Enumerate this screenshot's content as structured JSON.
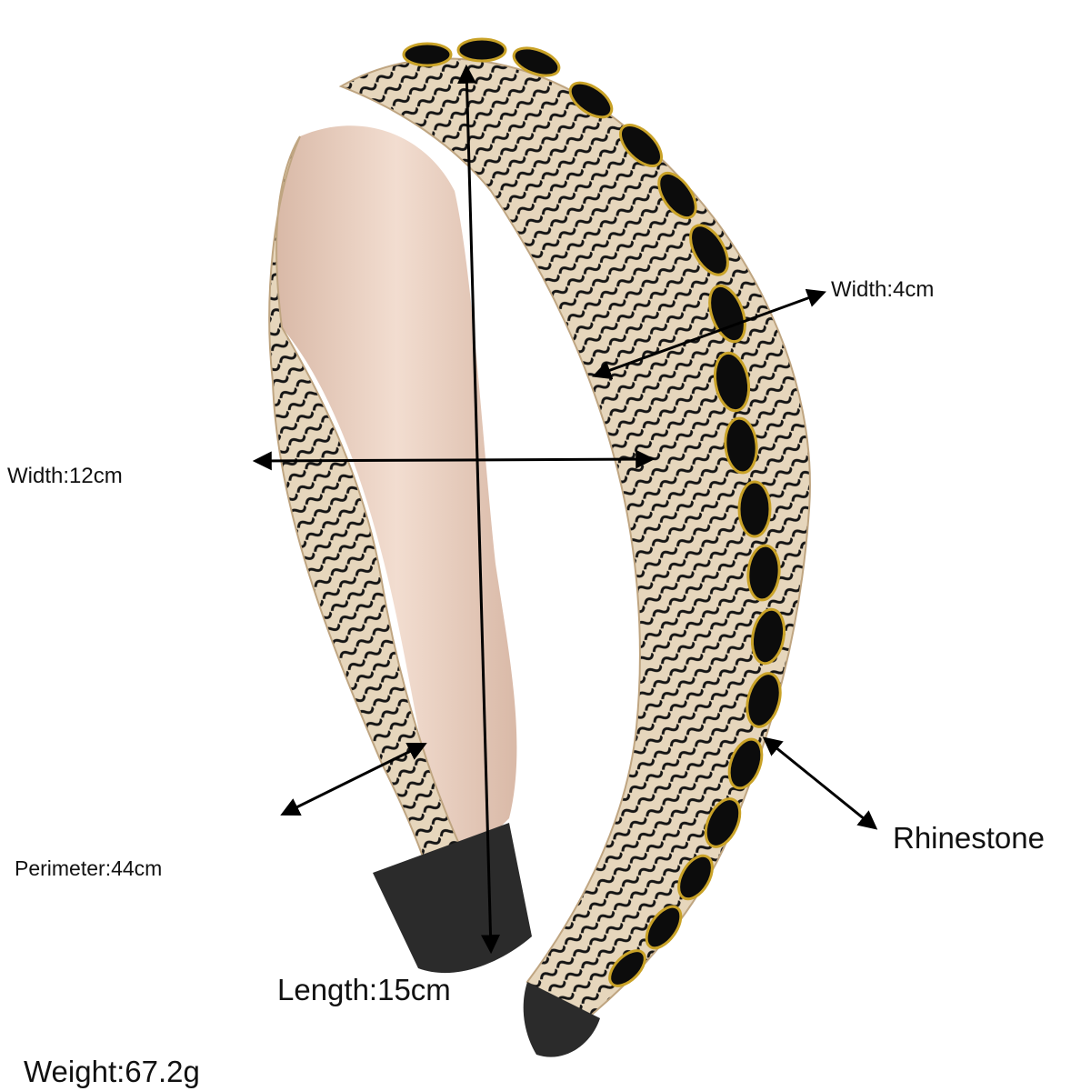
{
  "product": {
    "subject": "Woven headband with black rhinestones",
    "colors": {
      "straw": "#e6d6bc",
      "straw_dark": "#bfa581",
      "stitch": "#151515",
      "lining": "#efd7c9",
      "lining_shadow": "#d9b9a7",
      "end_cap": "#2b2b2b",
      "rhinestone": "#0c0c0c",
      "gold_setting": "#c9a227"
    }
  },
  "annotations": {
    "width_head": "Width:12cm",
    "width_band": "Width:4cm",
    "perimeter": "Perimeter:44cm",
    "rhinestone": "Rhinestone",
    "length": "Length:15cm",
    "weight": "Weight:67.2g"
  }
}
